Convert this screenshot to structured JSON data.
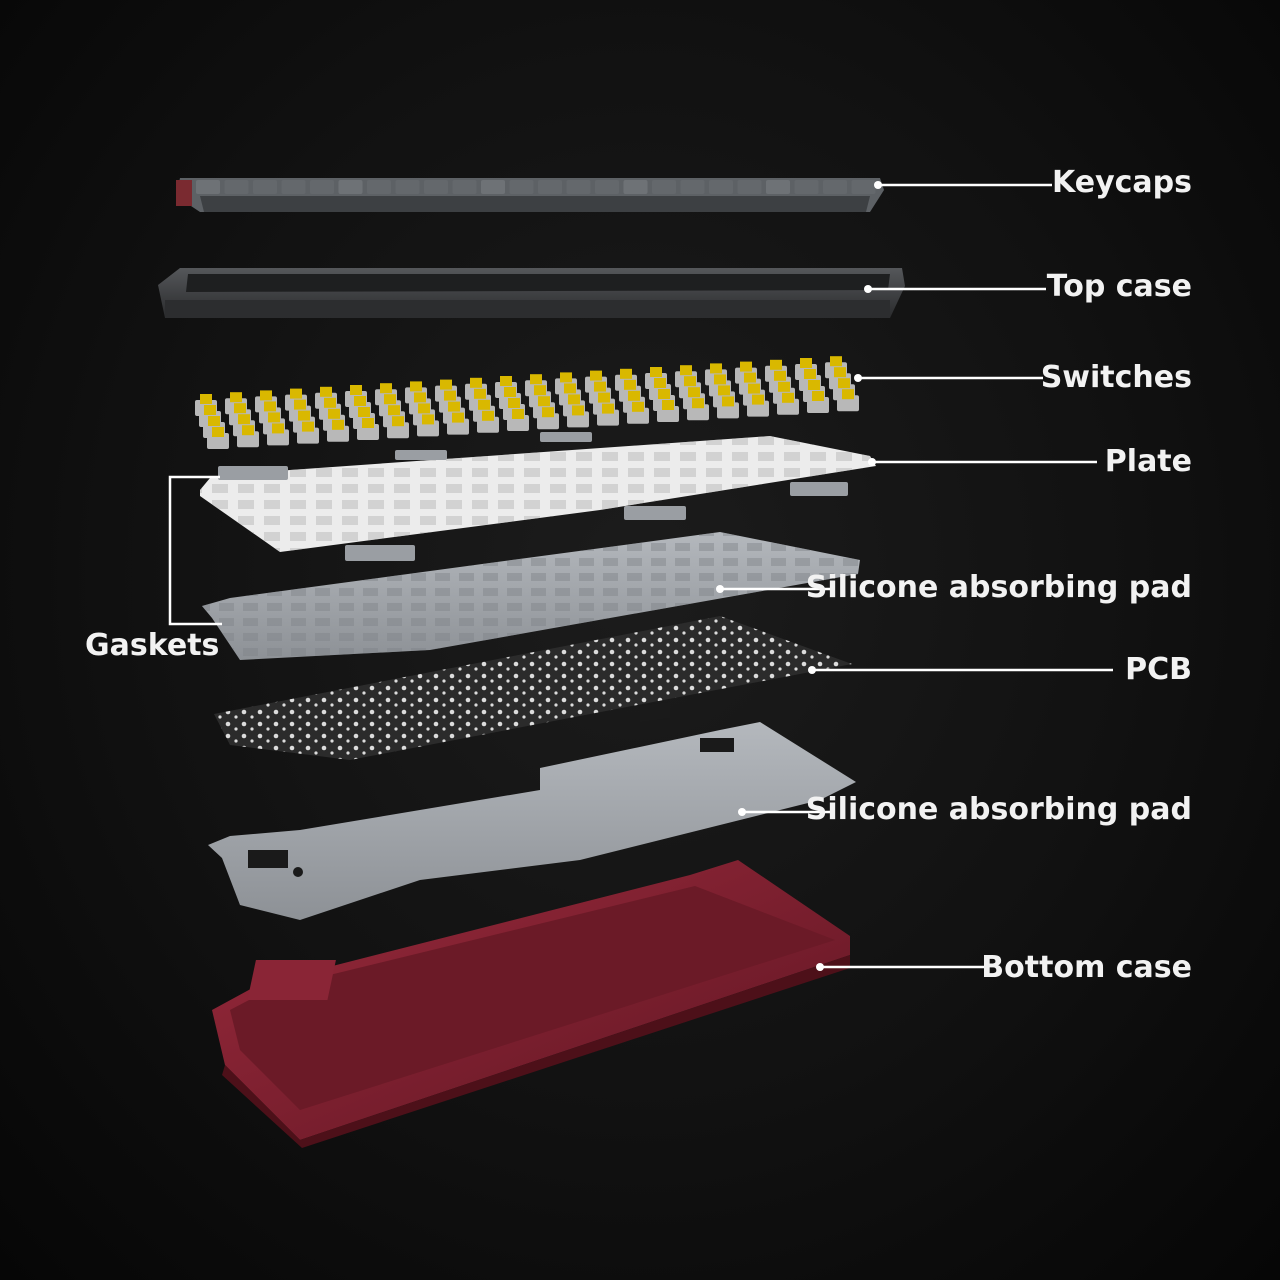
{
  "labels": {
    "keycaps": "Keycaps",
    "top_case": "Top case",
    "switches": "Switches",
    "plate": "Plate",
    "silicone_pad_1": "Silicone absorbing pad",
    "gaskets": "Gaskets",
    "pcb": "PCB",
    "silicone_pad_2": "Silicone absorbing pad",
    "bottom_case": "Bottom case"
  },
  "colors": {
    "keycaps": "#5d6165",
    "keycap_accent": "#7a2a30",
    "top_case": "#3a3b3d",
    "switch_stem": "#d9b800",
    "switch_housing": "#b8b8b8",
    "plate": "#ececec",
    "gasket": "#9a9ea3",
    "silicone_pad": "#a4a8ad",
    "pcb": "#2b2b2b",
    "pcb_holes": "#f2f2f2",
    "bottom_case": "#7d1f2e",
    "callout": "#ffffff"
  }
}
